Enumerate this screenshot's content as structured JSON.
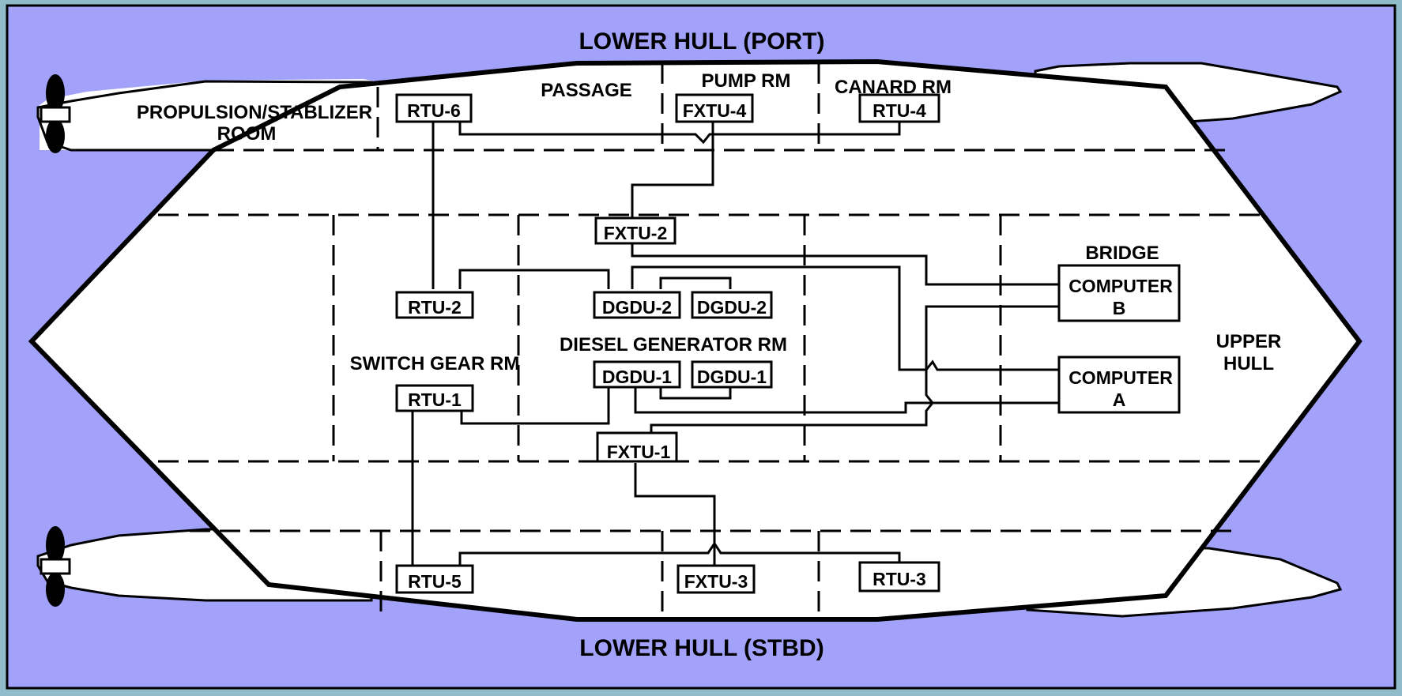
{
  "colors": {
    "frame_bg": "#a2a2fa",
    "outer_bg": "#8fbcc8",
    "hull_fill": "#ffffff",
    "line": "#000000"
  },
  "titles": {
    "port": "LOWER HULL (PORT)",
    "stbd": "LOWER HULL (STBD)"
  },
  "rooms": {
    "propulsion_line1": "PROPULSION/STABLIZER",
    "propulsion_line2": "ROOM",
    "passage": "PASSAGE",
    "pump": "PUMP RM",
    "canard": "CANARD RM",
    "bridge": "BRIDGE",
    "switch_gear": "SWITCH GEAR RM",
    "diesel": "DIESEL GENERATOR RM",
    "upper_hull_line1": "UPPER",
    "upper_hull_line2": "HULL"
  },
  "units": {
    "rtu6": "RTU-6",
    "fxtu4": "FXTU-4",
    "rtu4": "RTU-4",
    "fxtu2": "FXTU-2",
    "rtu2": "RTU-2",
    "dgdu2a": "DGDU-2",
    "dgdu2b": "DGDU-2",
    "rtu1": "RTU-1",
    "dgdu1a": "DGDU-1",
    "dgdu1b": "DGDU-1",
    "fxtu1": "FXTU-1",
    "rtu5": "RTU-5",
    "fxtu3": "FXTU-3",
    "rtu3": "RTU-3",
    "computer_b_line1": "COMPUTER",
    "computer_b_line2": "B",
    "computer_a_line1": "COMPUTER",
    "computer_a_line2": "A"
  },
  "icons": [
    "propeller-icon"
  ]
}
